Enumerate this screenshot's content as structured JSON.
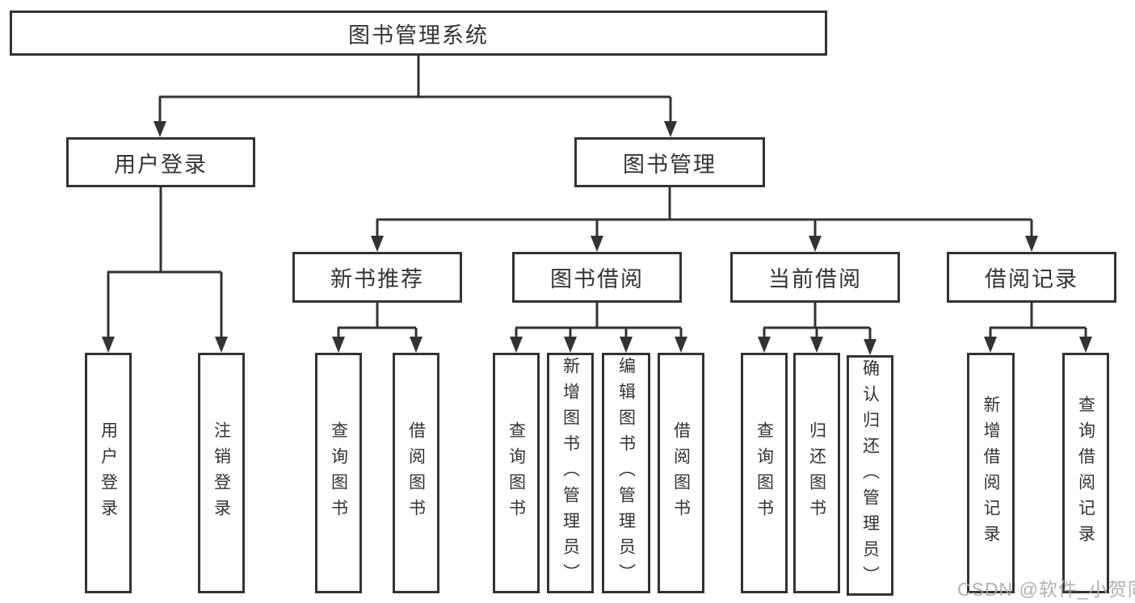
{
  "diagram_title": "图书管理系统",
  "tree": {
    "root": "图书管理系统",
    "branches": {
      "user_login": "用户登录",
      "book_management": "图书管理"
    },
    "modules": {
      "new_book_recommend": "新书推荐",
      "book_borrowing": "图书借阅",
      "current_borrowing": "当前借阅",
      "borrowing_records": "借阅记录"
    },
    "functions": {
      "user_login": [
        "用户登录",
        "注销登录"
      ],
      "new_book_recommend": [
        "查询图书",
        "借阅图书"
      ],
      "book_borrowing": [
        "查询图书",
        "新增图书（管理员）",
        "编辑图书（管理员）",
        "借阅图书"
      ],
      "current_borrowing": [
        "查询图书",
        "归还图书",
        "确认归还（管理员）"
      ],
      "borrowing_records": [
        "新增借阅记录",
        "查询借阅记录"
      ]
    }
  },
  "watermark": "CSDN @软件_小贺同学",
  "colors": {
    "line": "#333333",
    "text": "#333333",
    "background": "#ffffff",
    "watermark": "#a8a8a8"
  }
}
